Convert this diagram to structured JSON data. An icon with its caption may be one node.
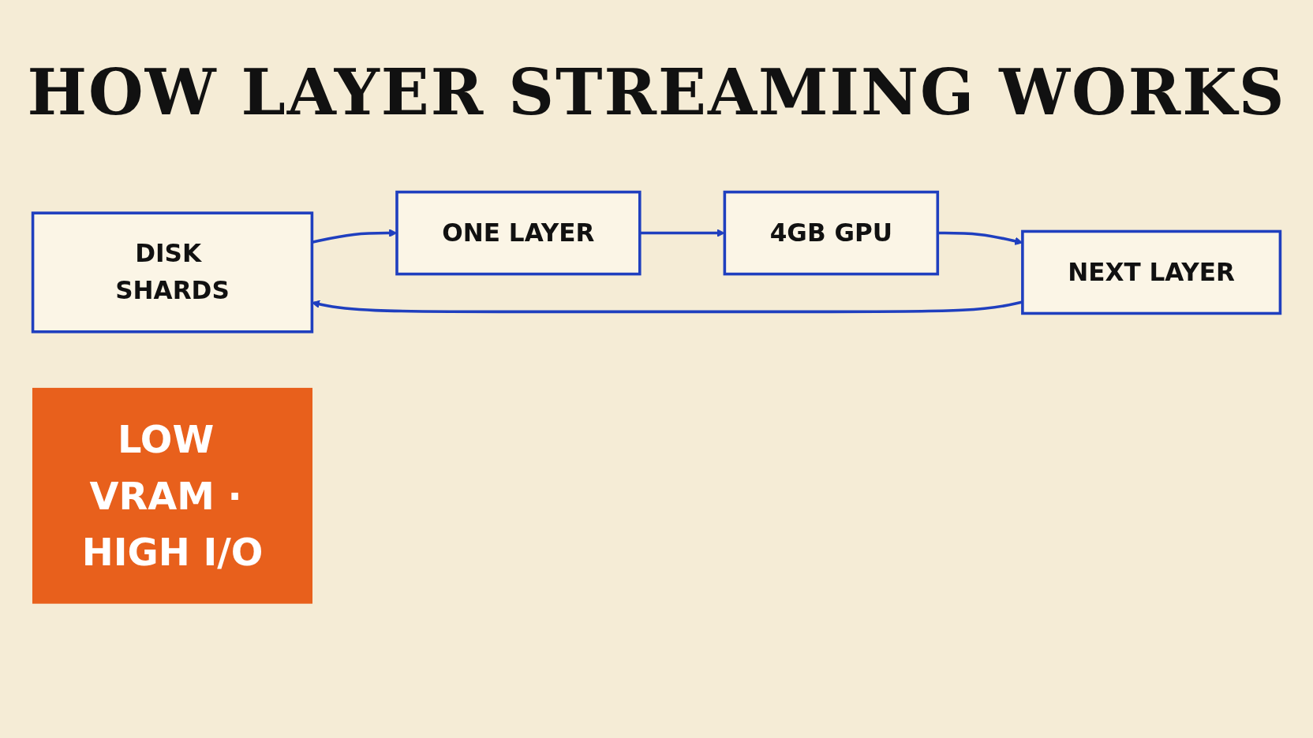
{
  "diagram": {
    "title": "HOW LAYER STREAMING WORKS",
    "nodes": [
      {
        "text": [
          "DISK SHARDS"
        ]
      },
      {
        "text": [
          "ONE LAYER"
        ]
      },
      {
        "text": [
          "4GB GPU"
        ]
      },
      {
        "text": [
          "NEXT LAYER"
        ]
      },
      {
        "text": [
          "LOW VRAM · HIGH I/O"
        ]
      }
    ],
    "edges": [
      {
        "from": 0,
        "to": 1,
        "arrow": "to"
      },
      {
        "from": 1,
        "to": 2,
        "arrow": "to"
      },
      {
        "from": 2,
        "to": 3,
        "arrow": "to"
      },
      {
        "from": 3,
        "to": 0,
        "arrow": "to"
      }
    ]
  }
}
